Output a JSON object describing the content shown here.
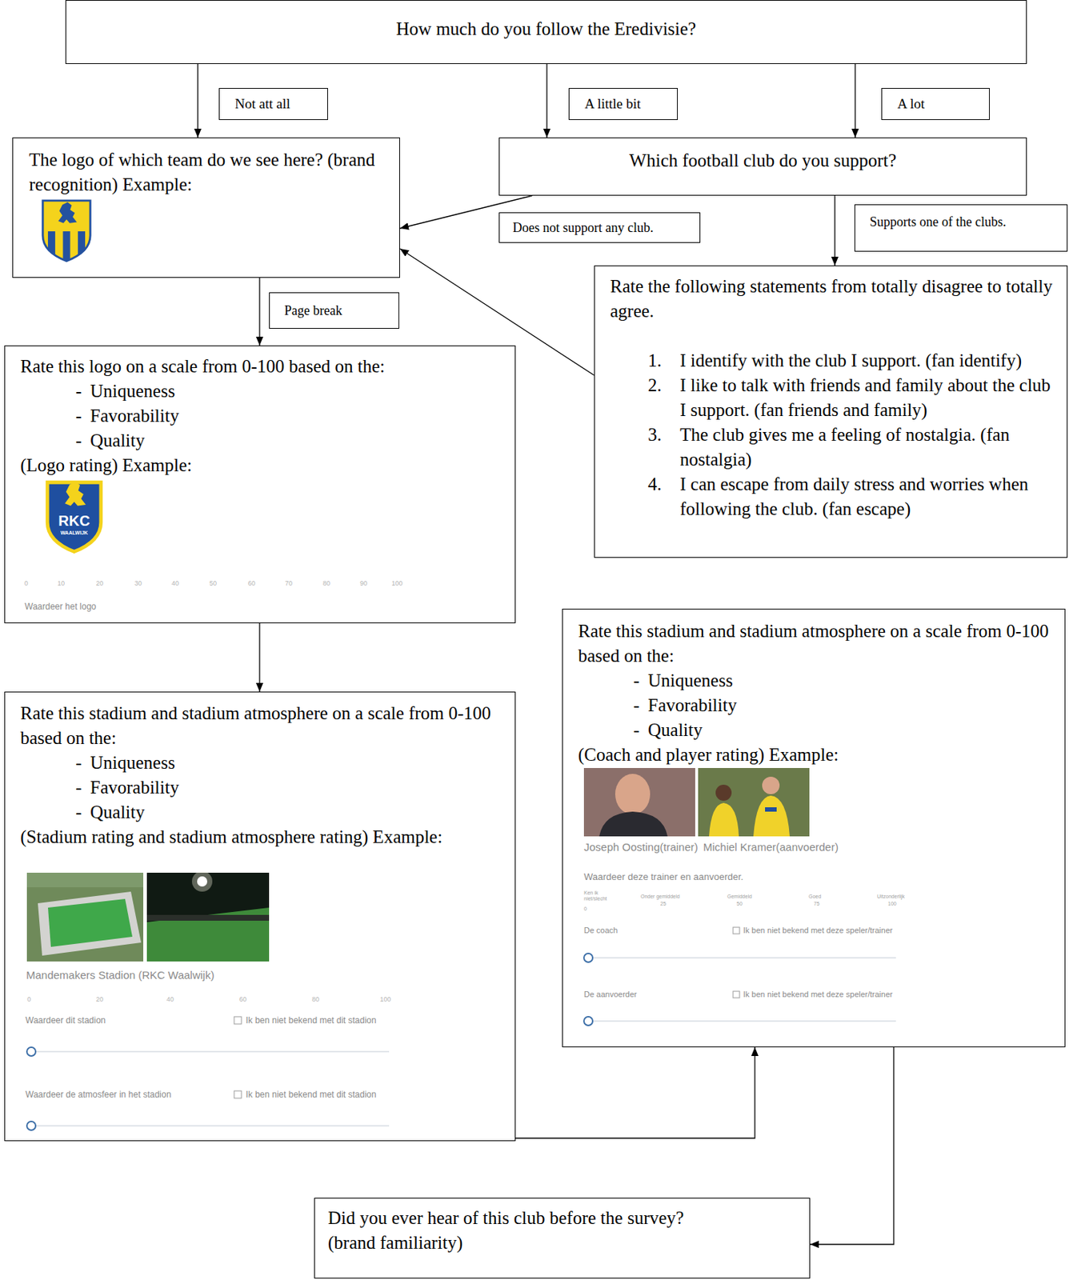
{
  "diagram": {
    "nodes": [
      {
        "text": [
          "How much do you follow the Eredivisie?"
        ]
      },
      {
        "text": [
          "Not att all"
        ]
      },
      {
        "text": [
          "A little bit"
        ]
      },
      {
        "text": [
          "A lot"
        ]
      },
      {
        "text": [
          "The logo of which team do we see here? (brand recognition) Example:"
        ]
      },
      {
        "text": [
          "Which football club do you support?"
        ]
      },
      {
        "text": [
          "Does not support any club."
        ]
      },
      {
        "text": [
          "Supports one of the clubs."
        ]
      },
      {
        "text": [
          "Page break"
        ]
      },
      {
        "text": [
          "Rate the following statements from totally disagree to totally agree.",
          "1.",
          "I identify with the club I support. (fan identify)",
          "2.",
          "I like to talk with friends and family about the club I support. (fan friends and family)",
          "3.",
          "The club gives me a feeling of nostalgia. (fan nostalgia)",
          "4.",
          "I can escape from daily stress and worries when following the club. (fan escape)"
        ]
      },
      {
        "text": [
          "Rate this logo on a scale from 0-100 based on the:",
          "-",
          "Uniqueness",
          "-",
          "Favorability",
          "-",
          "Quality",
          "(Logo rating) Example:"
        ]
      },
      {
        "text": [
          "Rate this stadium and stadium atmosphere on a scale from 0-100 based on the:",
          "-",
          "Uniqueness",
          "-",
          "Favorability",
          "-",
          "Quality",
          "(Stadium rating and stadium atmosphere rating) Example:"
        ]
      },
      {
        "text": [
          "Rate this stadium and stadium atmosphere on a scale from 0-100 based on the:",
          "-",
          "Uniqueness",
          "-",
          "Favorability",
          "-",
          "Quality",
          "(Coach and player rating) Example:"
        ]
      },
      {
        "text": [
          "Did you ever hear of this club before the survey? (brand familiarity)"
        ]
      }
    ],
    "edges": [
      {
        "from": 0,
        "to": 4,
        "arrow": "to"
      },
      {
        "from": 0,
        "to": 5,
        "arrow": "to"
      },
      {
        "from": 0,
        "to": 5,
        "arrow": "to"
      },
      {
        "from": 5,
        "to": 4,
        "arrow": "to"
      },
      {
        "from": 5,
        "to": 9,
        "arrow": "to"
      },
      {
        "from": 9,
        "to": 4,
        "arrow": "to"
      },
      {
        "from": 4,
        "to": 10,
        "arrow": "to"
      },
      {
        "from": 10,
        "to": 11,
        "arrow": "to"
      },
      {
        "from": 11,
        "to": 12,
        "arrow": "to"
      },
      {
        "from": 12,
        "to": 13,
        "arrow": "to"
      }
    ],
    "labels": [
      "RKC",
      "WAALWIJK",
      "0",
      "10",
      "20",
      "30",
      "40",
      "50",
      "60",
      "70",
      "80",
      "90",
      "100",
      "Waardeer het logo",
      "Mandemakers Stadion (RKC Waalwijk)",
      "0",
      "20",
      "40",
      "60",
      "80",
      "100",
      "Waardeer dit stadion",
      "Ik ben niet bekend met dit stadion",
      "Waardeer de atmosfeer in het stadion",
      "Ik ben niet bekend met dit stadion",
      "Joseph Oosting(trainer)",
      "Michiel Kramer(aanvoerder)",
      "Waardeer deze trainer en aanvoerder.",
      "Ken ik niet/slecht",
      "0",
      "Onder gemiddeld",
      "25",
      "Gemiddeld",
      "50",
      "Goed",
      "75",
      "Uitzonderlijk",
      "100",
      "De coach",
      "Ik ben niet bekend met deze speler/trainer",
      "De aanvoerder",
      "Ik ben niet bekend met deze speler/trainer"
    ]
  }
}
